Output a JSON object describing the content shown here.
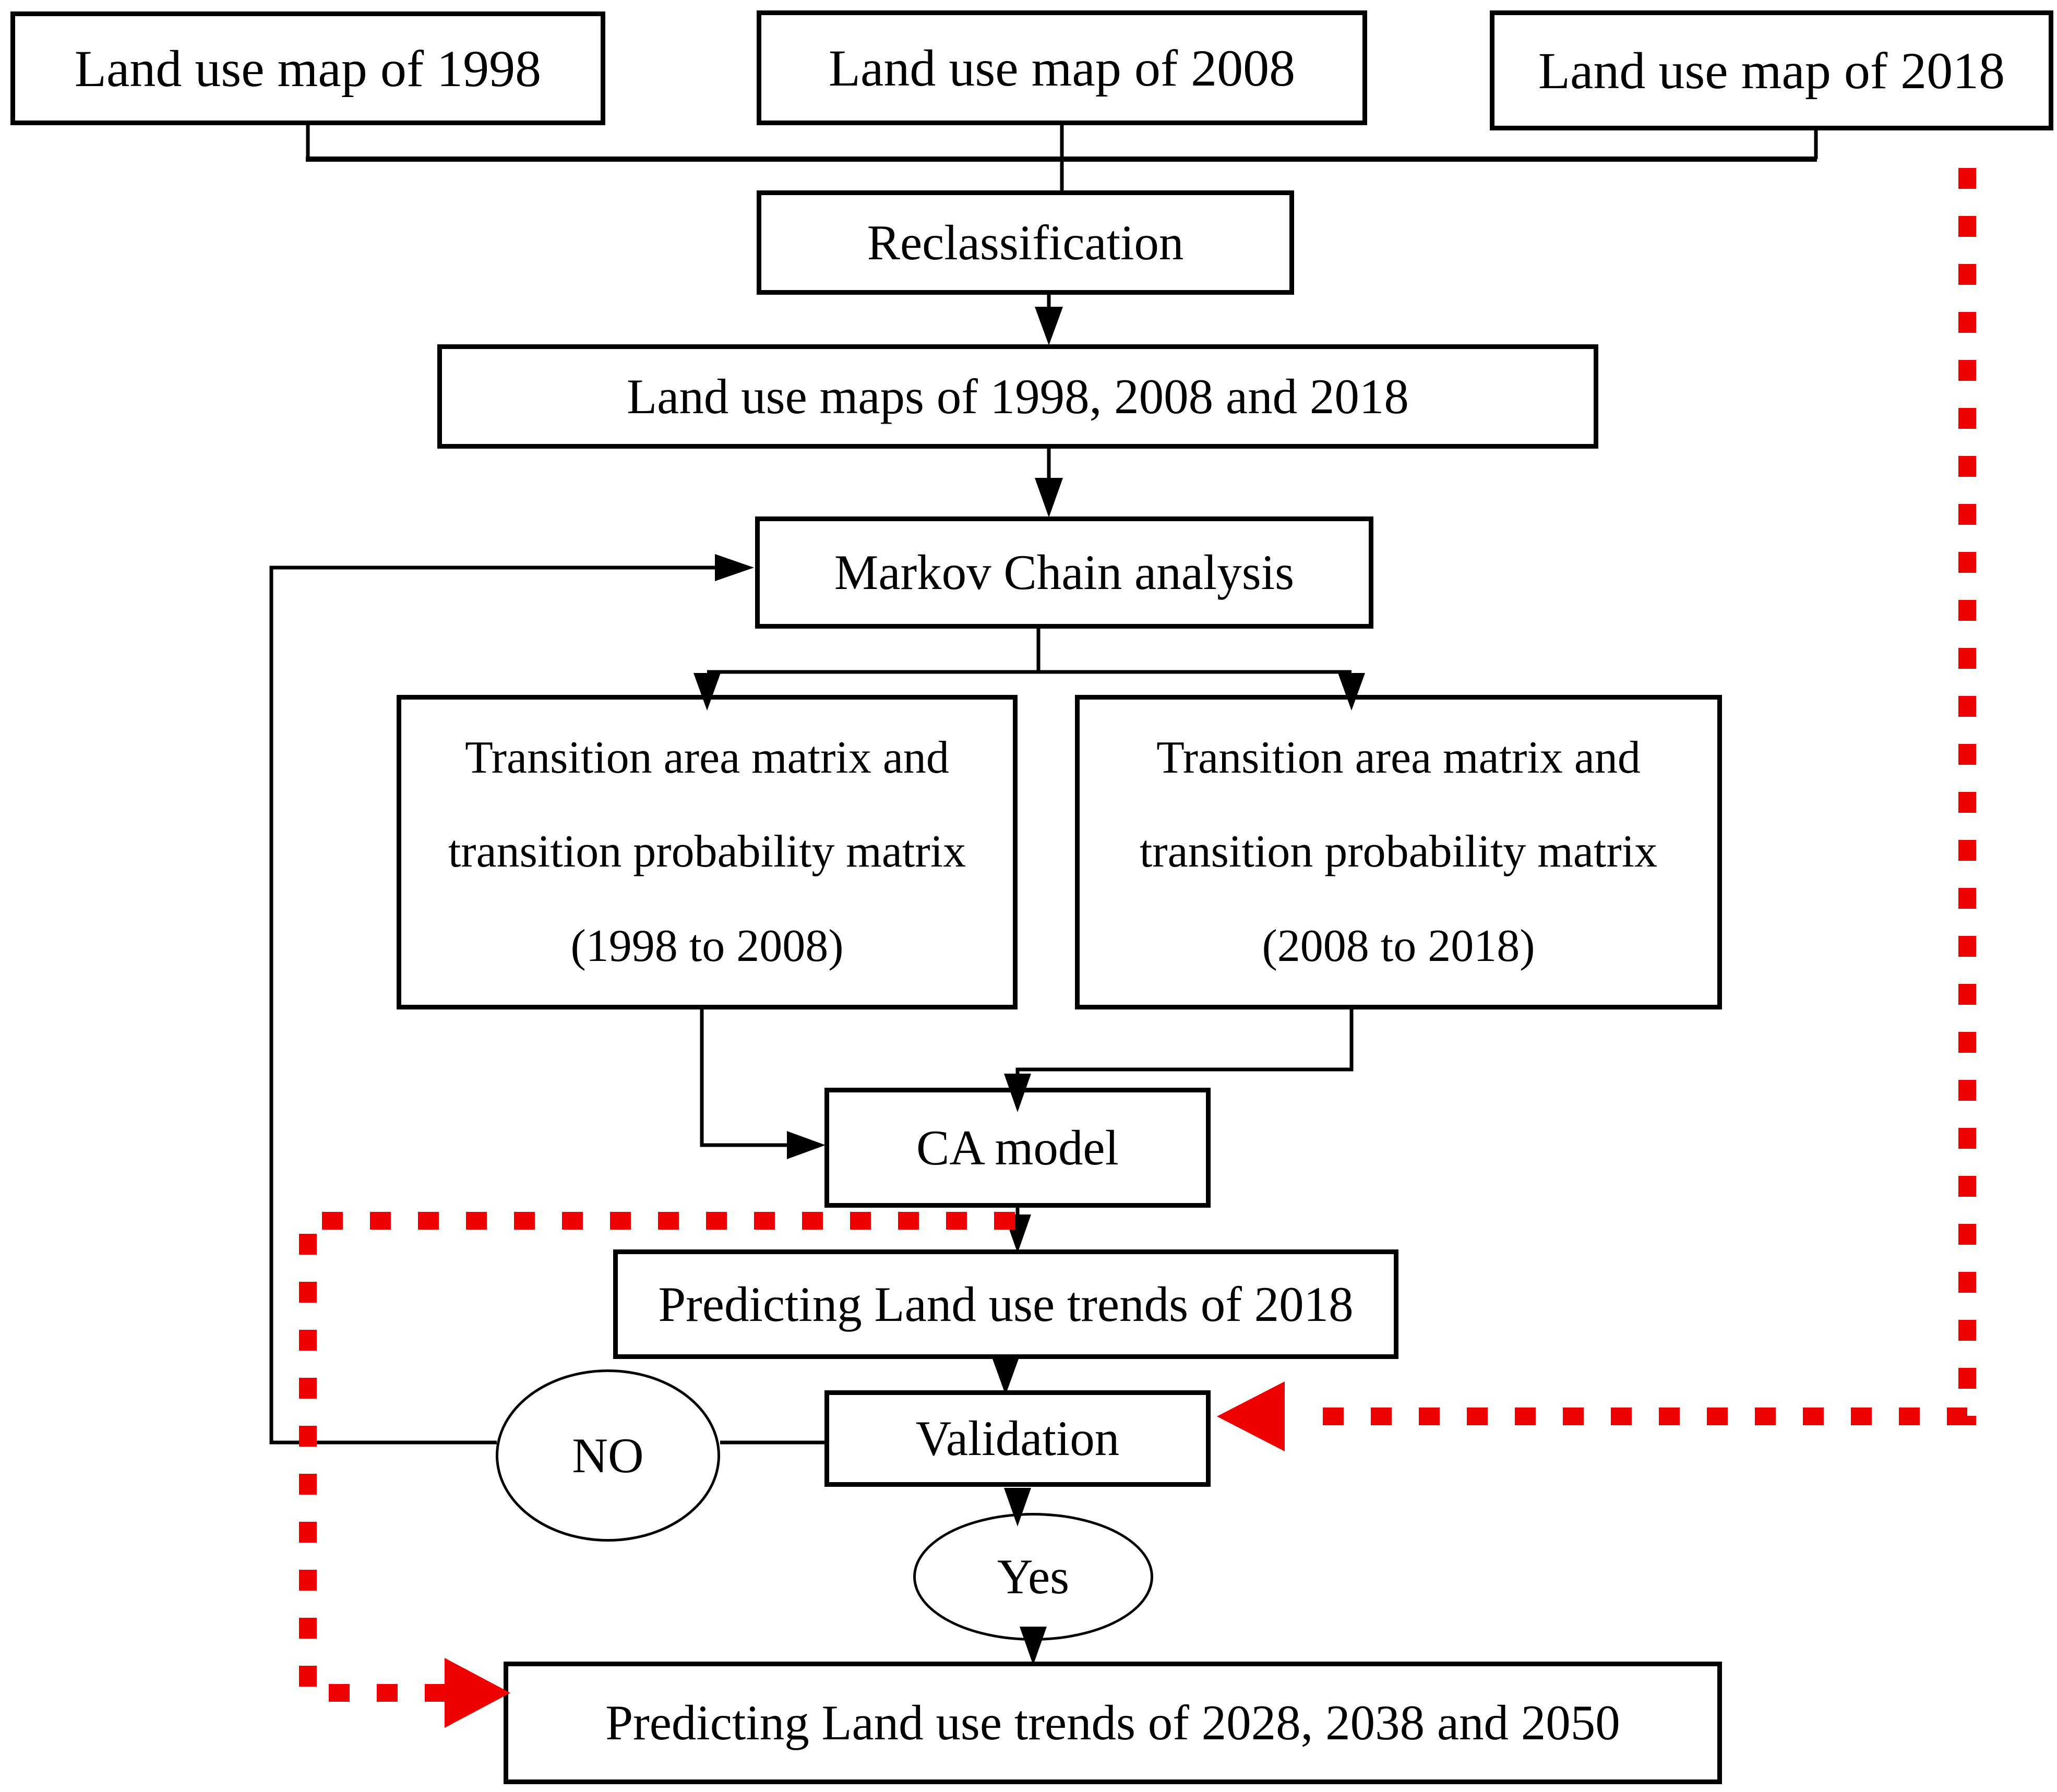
{
  "figure": {
    "type": "flowchart",
    "description": "Land use change prediction workflow (Markov Chain - CA model)",
    "colors": {
      "paper": "#ffffff",
      "line": "#000000",
      "feedback": "#ee0000"
    },
    "nodes": {
      "map1998": {
        "label": "Land use map of 1998",
        "shape": "rect"
      },
      "map2008": {
        "label": "Land use map of 2008",
        "shape": "rect"
      },
      "map2018": {
        "label": "Land use map of 2018",
        "shape": "rect"
      },
      "reclassification": {
        "label": "Reclassification",
        "shape": "rect"
      },
      "maps_combined": {
        "label": "Land use maps of 1998, 2008 and 2018",
        "shape": "rect"
      },
      "markov": {
        "label": "Markov Chain analysis",
        "shape": "rect"
      },
      "matrix_1998_2008": {
        "label": "Transition area matrix and transition probability matrix (1998 to 2008)",
        "shape": "rect"
      },
      "matrix_2008_2018": {
        "label": "Transition area matrix and transition probability matrix (2008 to 2018)",
        "shape": "rect"
      },
      "ca_model": {
        "label": "CA model",
        "shape": "rect"
      },
      "predict_2018": {
        "label": "Predicting Land use trends of 2018",
        "shape": "rect"
      },
      "validation": {
        "label": "Validation",
        "shape": "rect"
      },
      "decision_no": {
        "label": "NO",
        "shape": "ellipse"
      },
      "decision_yes": {
        "label": "Yes",
        "shape": "ellipse"
      },
      "predict_future": {
        "label": "Predicting Land use trends of 2028, 2038 and 2050",
        "shape": "rect"
      }
    },
    "edges": [
      "map1998 -> reclassification",
      "map2008 -> reclassification",
      "map2018 -> reclassification",
      "reclassification -> maps_combined",
      "maps_combined -> markov",
      "markov -> matrix_1998_2008",
      "markov -> matrix_2008_2018",
      "matrix_1998_2008 -> ca_model",
      "matrix_2008_2018 -> ca_model",
      "ca_model -> predict_2018",
      "predict_2018 -> validation",
      "validation -> decision_no",
      "decision_no -> markov",
      "validation -> decision_yes",
      "decision_yes -> predict_future",
      "map2018 -> validation (red dashed)",
      "ca_model -> predict_future (red dashed)"
    ]
  }
}
